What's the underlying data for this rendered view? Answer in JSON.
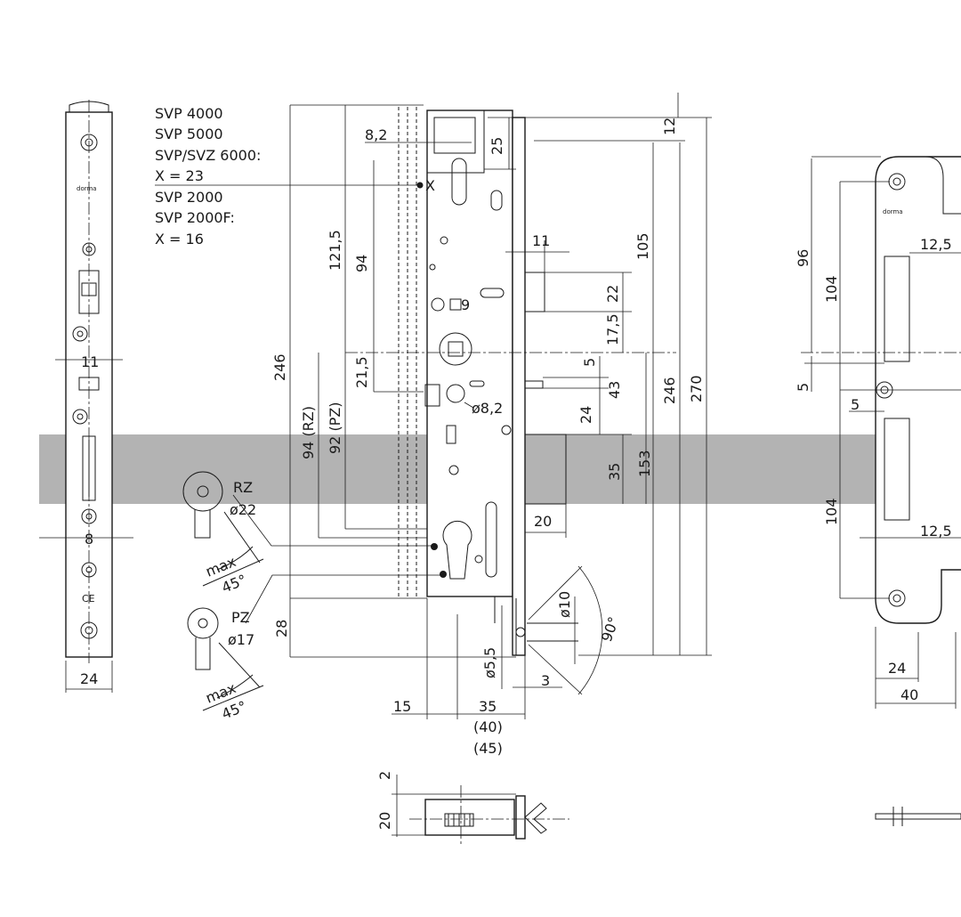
{
  "colors": {
    "band": "#b3b3b3",
    "ink": "#1a1a1a",
    "paper": "#ffffff"
  },
  "legend_lines": [
    "SVP 4000",
    "SVP 5000",
    "SVP/SVZ 6000:",
    "X = 23",
    "SVP 2000",
    "SVP 2000F:",
    "X = 16"
  ],
  "front_plate": {
    "width": "24",
    "bolt_width": "11",
    "latch_width": "8",
    "logo": "dorma",
    "ce_mark": "CE"
  },
  "cylinders": {
    "rz": {
      "label": "RZ",
      "diameter": "ø22",
      "angle_max": "max",
      "angle_value": "45°"
    },
    "pz": {
      "label": "PZ",
      "diameter": "ø17",
      "angle_max": "max",
      "angle_value": "45°"
    }
  },
  "lock_body": {
    "dims": {
      "d246_left": "246",
      "d121_5": "121,5",
      "d94": "94",
      "d21_5": "21,5",
      "d94_rz": "94 (RZ)",
      "d92_pz": "92 (PZ)",
      "d28": "28",
      "d8_2_top": "8,2",
      "x_mark": "X",
      "d25": "25",
      "d12": "12",
      "d11": "11",
      "d22": "22",
      "d17_5": "17,5",
      "d105": "105",
      "d246_right": "246",
      "d270": "270",
      "d9": "9",
      "d5": "5",
      "d43": "43",
      "d24": "24",
      "d8_2_hole": "ø8,2",
      "d35": "35",
      "d153": "153",
      "d20": "20",
      "d10": "ø10",
      "d90": "90°",
      "d5_5": "ø5,5",
      "d3": "3",
      "d15": "15",
      "d35_bottom": "35",
      "d40_bottom": "(40)",
      "d45_bottom": "(45)"
    }
  },
  "bottom_view": {
    "d2": "2",
    "d20": "20"
  },
  "strike_plate": {
    "dims": {
      "d96": "96",
      "d104_top": "104",
      "d12_5_top": "12,5",
      "d5_left": "5",
      "d5_inner": "5",
      "d104_bottom": "104",
      "d12_5_bottom": "12,5",
      "d24": "24",
      "d40": "40"
    },
    "logo": "dorma"
  }
}
